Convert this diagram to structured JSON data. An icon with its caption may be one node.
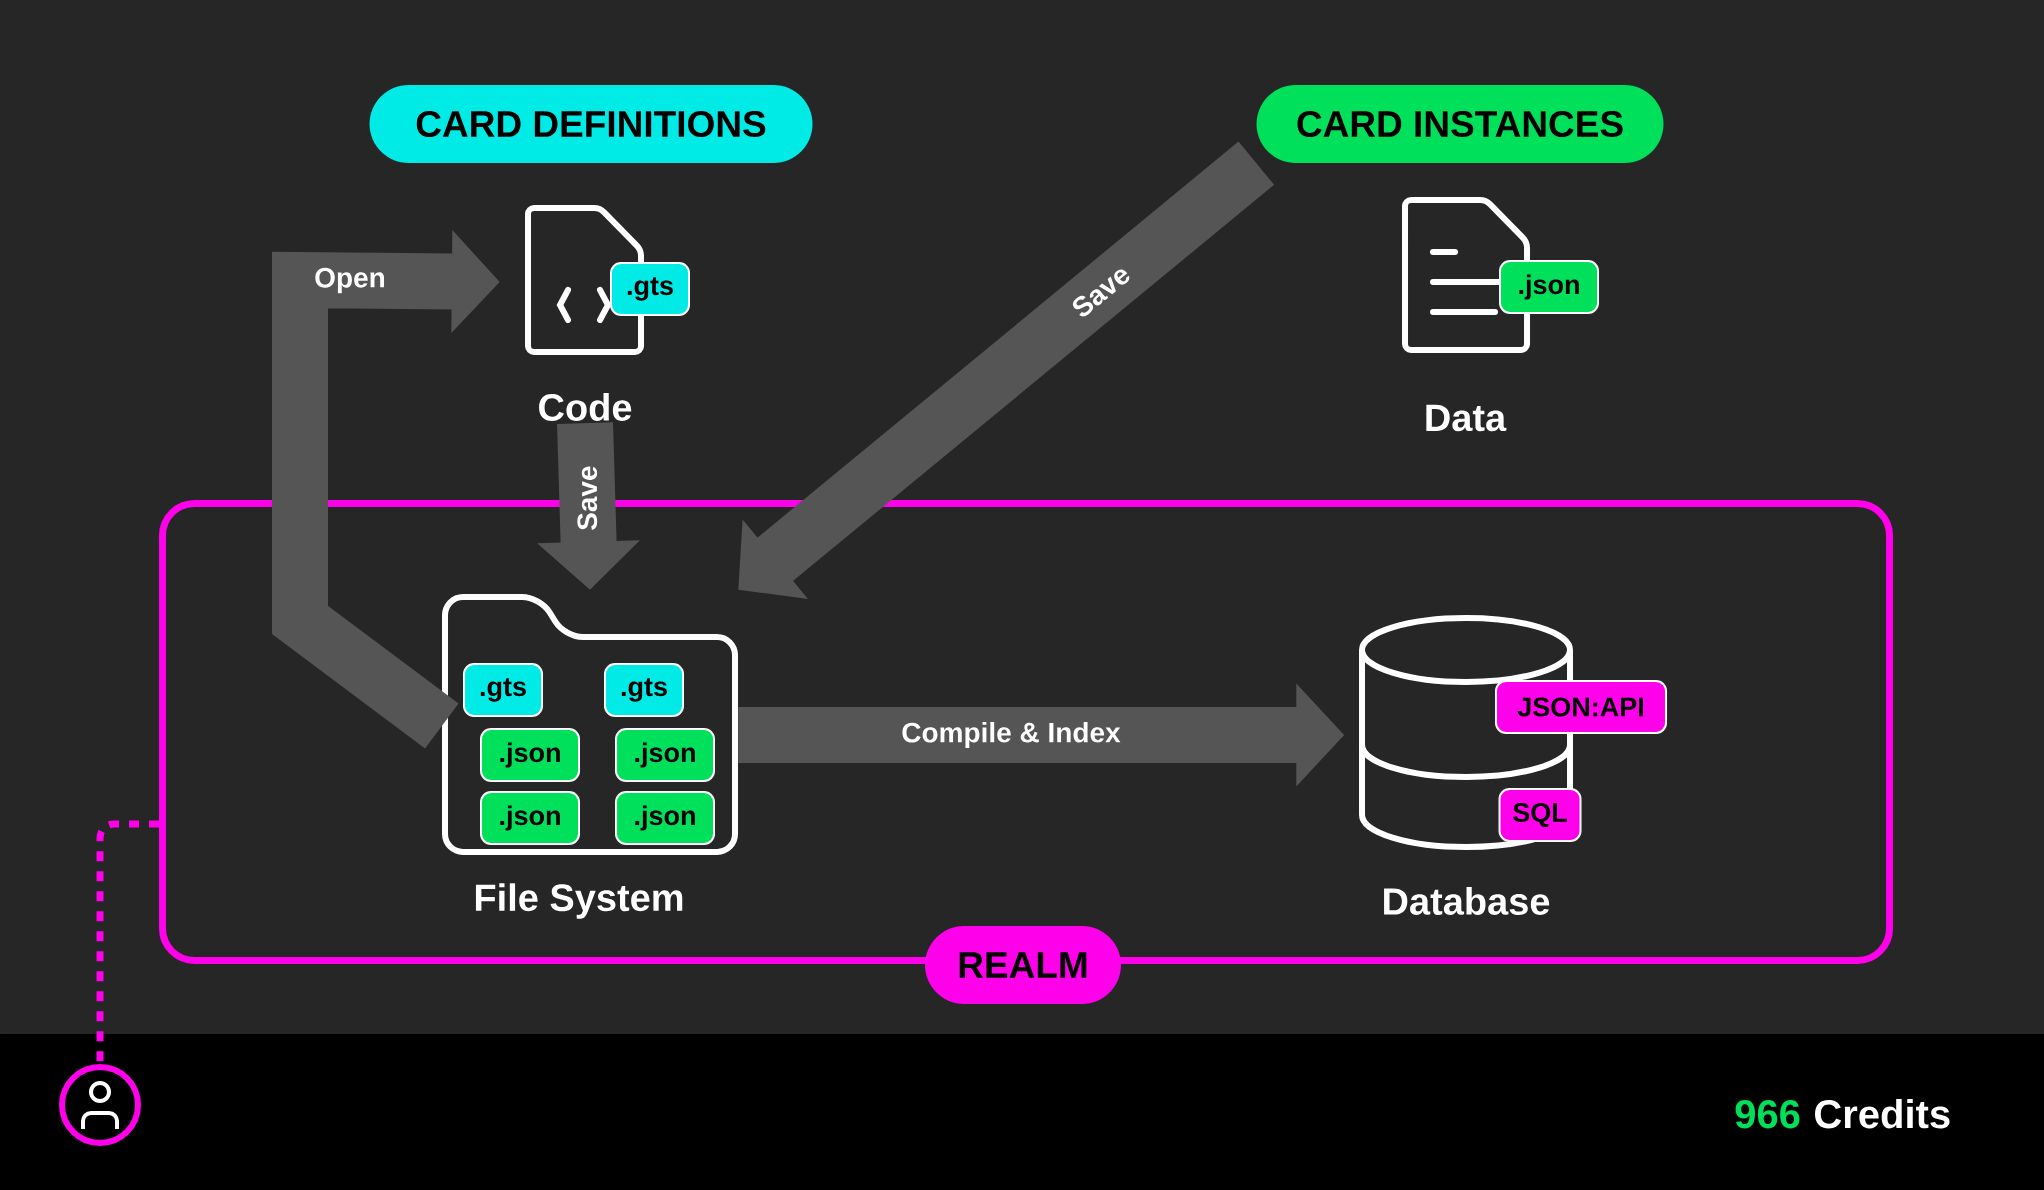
{
  "diagram": {
    "nodes": [
      {
        "text": [
          "CARD DEFINITIONS"
        ]
      },
      {
        "text": [
          "CARD INSTANCES"
        ]
      },
      {
        "text": [
          "Code"
        ]
      },
      {
        "text": [
          ".gts"
        ]
      },
      {
        "text": [
          "Data"
        ]
      },
      {
        "text": [
          ".json"
        ]
      },
      {
        "text": [
          "REALM"
        ]
      },
      {
        "text": [
          "File System"
        ],
        "in": 6
      },
      {
        "text": [
          ".gts"
        ],
        "in": 7
      },
      {
        "text": [
          ".gts"
        ],
        "in": 7
      },
      {
        "text": [
          ".json"
        ],
        "in": 7
      },
      {
        "text": [
          ".json"
        ],
        "in": 7
      },
      {
        "text": [
          ".json"
        ],
        "in": 7
      },
      {
        "text": [
          ".json"
        ],
        "in": 7
      },
      {
        "text": [
          "Database"
        ],
        "in": 6
      },
      {
        "text": [
          "JSON:API"
        ],
        "in": 6
      },
      {
        "text": [
          "SQL"
        ],
        "in": 6
      },
      {
        "text": [],
        "shape": "person"
      }
    ],
    "edges": [
      {
        "from": 7,
        "to": 2,
        "arrow": "to",
        "label": "Open"
      },
      {
        "from": 2,
        "to": 7,
        "arrow": "to",
        "label": "Save"
      },
      {
        "from": 1,
        "to": 7,
        "arrow": "to",
        "label": "Save"
      },
      {
        "from": 7,
        "to": 14,
        "arrow": "to",
        "label": "Compile & Index"
      },
      {
        "from": 6,
        "to": 17,
        "arrow": "none",
        "style": "dashed",
        "color": "#ff00ea"
      }
    ],
    "labels": [
      "966",
      "Credits"
    ]
  }
}
